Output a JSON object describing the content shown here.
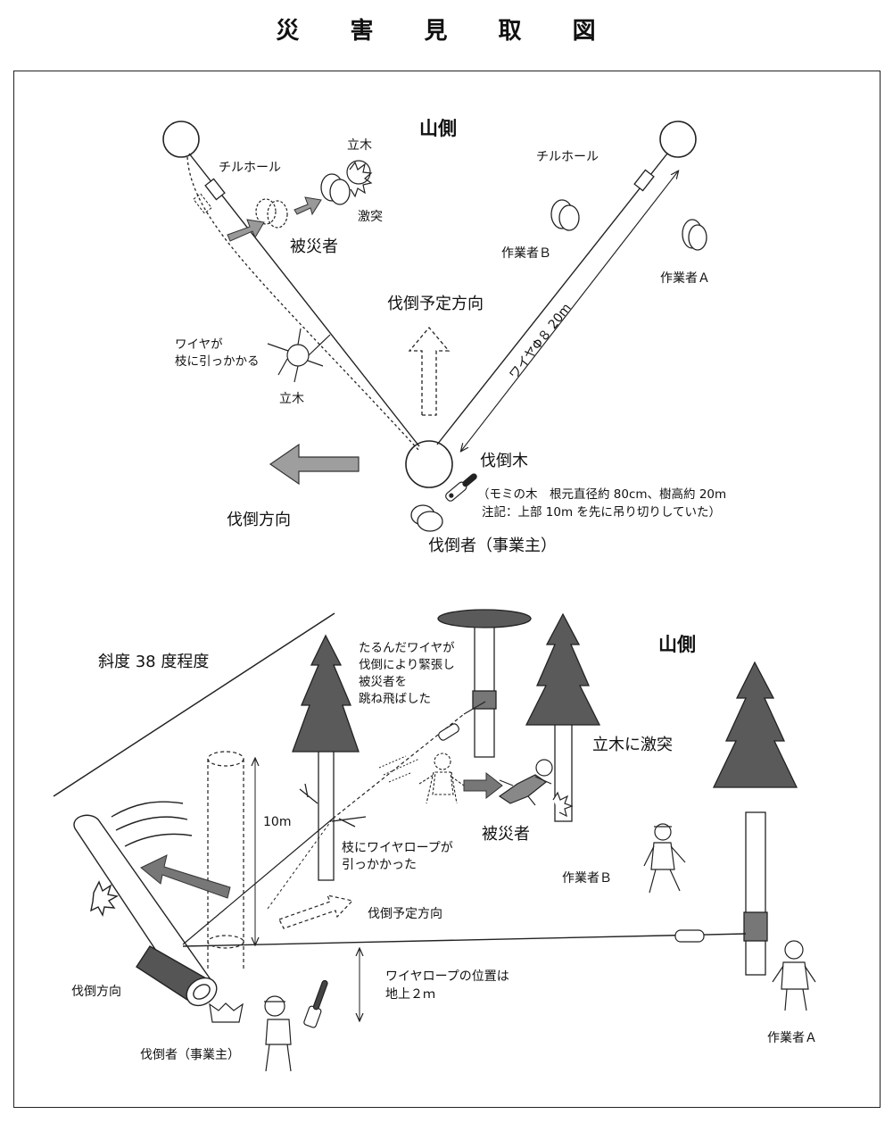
{
  "title": "災 害 見 取 図",
  "top": {
    "mountain_side": "山側",
    "chiru_hoist_left": "チルホール",
    "chiru_hoist_right": "チルホール",
    "standing_tree_top": "立木",
    "collision": "激突",
    "victim": "被災者",
    "worker_b": "作業者Ｂ",
    "worker_a": "作業者Ａ",
    "planned_direction": "伐倒予定方向",
    "wire_caught_line1": "ワイヤが",
    "wire_caught_line2": "枝に引っかかる",
    "standing_tree_mid": "立木",
    "wire_spec": "ワイヤΦ８ 20m",
    "felled_tree": "伐倒木",
    "tree_note_line1": "（モミの木　根元直径約 80cm、樹高約 20m",
    "tree_note_line2": "注記：上部 10m を先に吊り切りしていた）",
    "falling_direction": "伐倒方向",
    "feller": "伐倒者（事業主）"
  },
  "bottom": {
    "slope": "斜度 38 度程度",
    "mountain_side": "山側",
    "wire_note_line1": "たるんだワイヤが",
    "wire_note_line2": "伐倒により緊張し",
    "wire_note_line3": "被災者を",
    "wire_note_line4": "跳ね飛ばした",
    "collision": "立木に激突",
    "height_10m": "10m",
    "victim": "被災者",
    "branch_note_line1": "枝にワイヤロープが",
    "branch_note_line2": "引っかかった",
    "worker_b": "作業者Ｂ",
    "planned_direction": "伐倒予定方向",
    "rope_note_line1": "ワイヤロープの位置は",
    "rope_note_line2": "地上２ｍ",
    "falling_direction": "伐倒方向",
    "feller": "伐倒者（事業主）",
    "worker_a": "作業者Ａ"
  }
}
